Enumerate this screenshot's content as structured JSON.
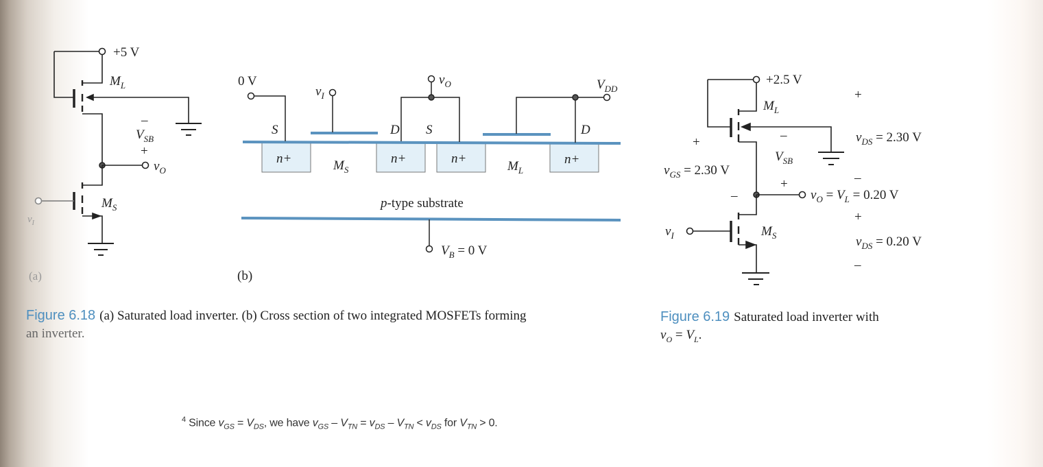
{
  "colors": {
    "accent_blue": "#4e8fbf",
    "oxide_blue": "#5b93bf",
    "nplus_fill": "#e3f0f8",
    "ink": "#222222"
  },
  "fig_a": {
    "supply": "+5 V",
    "load": {
      "M": "M",
      "sub": "L"
    },
    "switch": {
      "M": "M",
      "sub": "S"
    },
    "vsb": {
      "V": "V",
      "sub": "SB",
      "minus": "–",
      "plus": "+"
    },
    "vo": {
      "v": "v",
      "sub": "O"
    },
    "vi": {
      "v": "v",
      "sub": "I"
    },
    "label": "(a)"
  },
  "fig_b": {
    "zero": "0 V",
    "vi": {
      "v": "v",
      "sub": "I"
    },
    "vo": {
      "v": "v",
      "sub": "O"
    },
    "vdd": {
      "V": "V",
      "sub": "DD"
    },
    "s1": "S",
    "d1": "D",
    "s2": "S",
    "d2": "D",
    "nplus": [
      "n+",
      "n+",
      "n+",
      "n+"
    ],
    "ms": {
      "M": "M",
      "sub": "S"
    },
    "ml": {
      "M": "M",
      "sub": "L"
    },
    "substrate_p": "p",
    "substrate": "-type substrate",
    "vb": {
      "V": "V",
      "sub": "B",
      "rest": " = 0 V"
    },
    "label": "(b)"
  },
  "fig_c": {
    "supply": "+2.5 V",
    "load": {
      "M": "M",
      "sub": "L"
    },
    "switch": {
      "M": "M",
      "sub": "S"
    },
    "vsb": {
      "V": "V",
      "sub": "SB",
      "minus": "–",
      "plus": "+"
    },
    "vgs": {
      "v": "v",
      "sub": "GS",
      "rest": " = 2.30 V",
      "plus": "+",
      "minus": "–"
    },
    "vds_top": {
      "v": "v",
      "sub": "DS",
      "rest": " = 2.30 V",
      "plus": "+",
      "minus": "–"
    },
    "vo": {
      "v": "v",
      "sub": "O",
      "mid": " = ",
      "V": "V",
      "subL": "L",
      "rest": " = 0.20 V"
    },
    "vds_bot": {
      "v": "v",
      "sub": "DS",
      "rest": " = 0.20 V",
      "plus": "+",
      "minus": "–"
    },
    "vi": {
      "v": "v",
      "sub": "I"
    }
  },
  "caption_618": {
    "num": "Figure 6.18",
    "line1": "(a) Saturated load inverter. (b) Cross section of two integrated MOSFETs forming",
    "line2": "an inverter."
  },
  "caption_619": {
    "num": "Figure 6.19",
    "line1": "Saturated load inverter with",
    "line2_v": "v",
    "line2_sub": "O",
    "line2_mid": " = ",
    "line2_V": "V",
    "line2_sub2": "L",
    "line2_end": "."
  },
  "footnote": {
    "marker": "4",
    "t1": "Since ",
    "v1": "v",
    "s1": "GS",
    "t2": " = ",
    "v2": "V",
    "s2": "DS",
    "t3": ", we have ",
    "v3": "v",
    "s3": "GS",
    "t4": " – ",
    "v4": "V",
    "s4": "TN",
    "t5": " = ",
    "v5": "v",
    "s5": "DS",
    "t6": " – ",
    "v6": "V",
    "s6": "TN",
    "t7": " < ",
    "v7": "v",
    "s7": "DS",
    "t8": " for ",
    "v8": "V",
    "s8": "TN",
    "t9": " > 0."
  }
}
